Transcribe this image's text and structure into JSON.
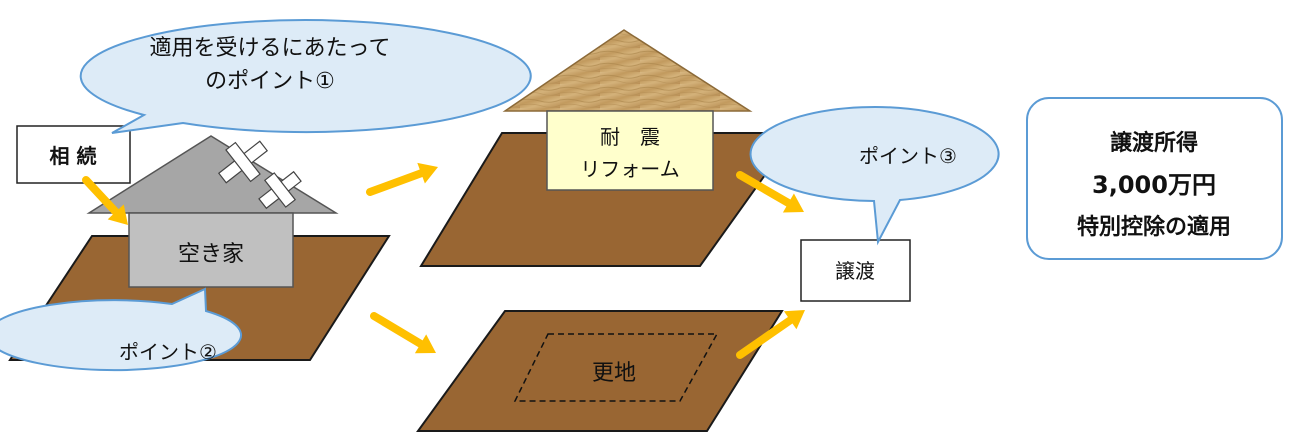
{
  "bubbles": {
    "point1_line1": "適用を受けるにあたって",
    "point1_line2": "のポイント①",
    "point2": "ポイント②",
    "point3": "ポイント③"
  },
  "labels": {
    "inheritance": "相 続",
    "vacant_house": "空き家",
    "renovation_line1": "耐　震",
    "renovation_line2": "リフォーム",
    "vacant_lot": "更地",
    "transfer": "譲渡"
  },
  "result_box": {
    "line1": "譲渡所得",
    "line2": "3,000万円",
    "line3": "特別控除の適用"
  },
  "colors": {
    "land": "#996633",
    "house_body": "#c0c0c0",
    "roof_gray": "#a6a6a6",
    "roof_wood": "#c8a66e",
    "renovation_box": "#ffffcc",
    "arrow": "#ffc000",
    "bubble_fill": "#ddebf7",
    "bubble_stroke": "#5b9bd5"
  }
}
